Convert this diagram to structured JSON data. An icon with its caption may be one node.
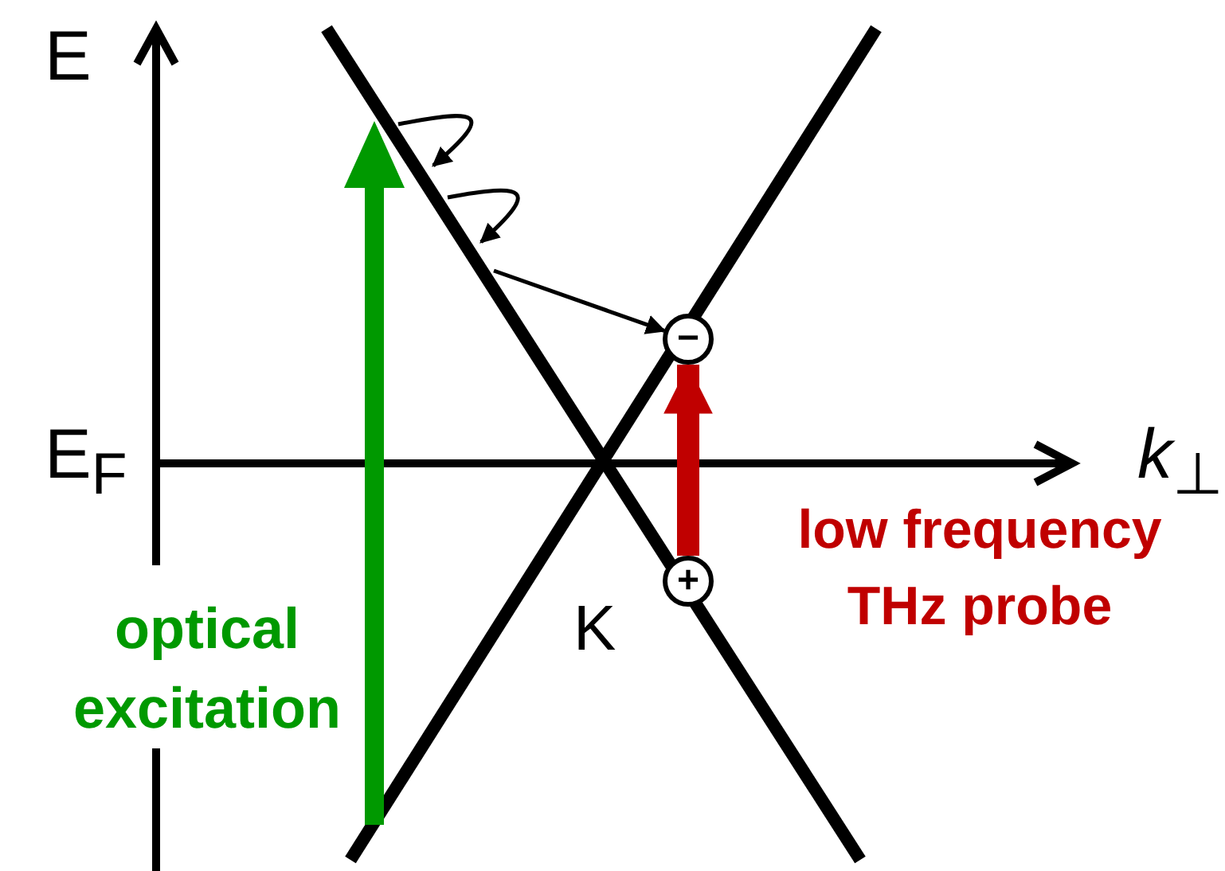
{
  "diagram": {
    "nodes": [
      {
        "text": [
          "−"
        ]
      },
      {
        "text": [
          "+"
        ]
      }
    ],
    "edges": [
      {
        "from": 1,
        "to": 0,
        "arrow": "to",
        "style": "thick",
        "color": "#c00000"
      },
      {
        "from": null,
        "to": 0,
        "arrow": "to",
        "color": "#000000"
      }
    ],
    "labels": [
      "E",
      "E$_{F}$",
      "*k*$_{⊥}$",
      "K",
      "optical excitation",
      "low frequency THz probe"
    ]
  }
}
